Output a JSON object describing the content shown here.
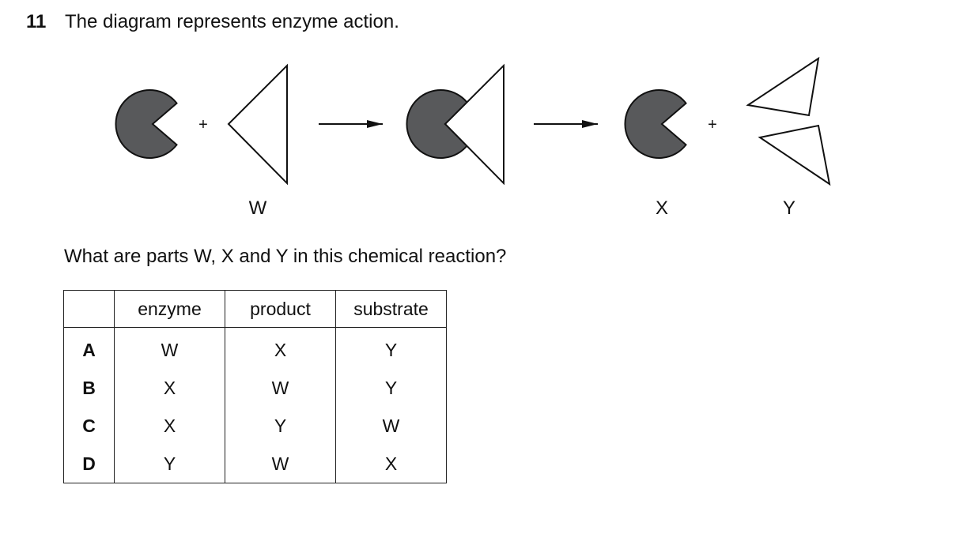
{
  "question": {
    "number": "11",
    "stem": "The diagram represents enzyme action.",
    "prompt": "What are parts W, X and Y in this chemical reaction?"
  },
  "diagram": {
    "plus": "+",
    "labels": {
      "w": "W",
      "x": "X",
      "y": "Y"
    },
    "colors": {
      "enzyme_fill": "#58595b",
      "outline": "#111111"
    }
  },
  "table": {
    "headers": [
      "",
      "enzyme",
      "product",
      "substrate"
    ],
    "rows": [
      {
        "letter": "A",
        "enzyme": "W",
        "product": "X",
        "substrate": "Y"
      },
      {
        "letter": "B",
        "enzyme": "X",
        "product": "W",
        "substrate": "Y"
      },
      {
        "letter": "C",
        "enzyme": "X",
        "product": "Y",
        "substrate": "W"
      },
      {
        "letter": "D",
        "enzyme": "Y",
        "product": "W",
        "substrate": "X"
      }
    ]
  }
}
